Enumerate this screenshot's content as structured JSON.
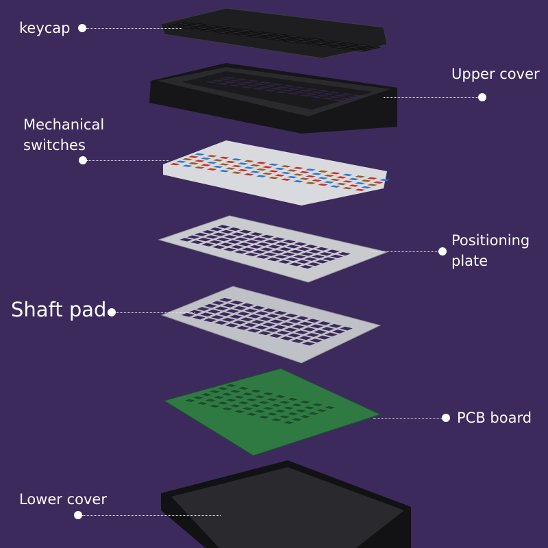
{
  "labels": {
    "keycap": "keycap",
    "upper_cover": "Upper cover",
    "mechanical_switches_line1": "Mechanical",
    "mechanical_switches_line2": "switches",
    "positioning_plate_line1": "Positioning",
    "positioning_plate_line2": "plate",
    "shaft_pad": "Shaft pad",
    "pcb_board": "PCB board",
    "lower_cover": "Lower cover"
  },
  "colors": {
    "background": "#3c2a5c",
    "plastic": "#1c1c1e",
    "metal": "#c9cbcf",
    "pcb": "#2f7a43",
    "switch_red": "#c8302c",
    "switch_blue": "#2a78d0",
    "switch_brown": "#9a5a22"
  }
}
